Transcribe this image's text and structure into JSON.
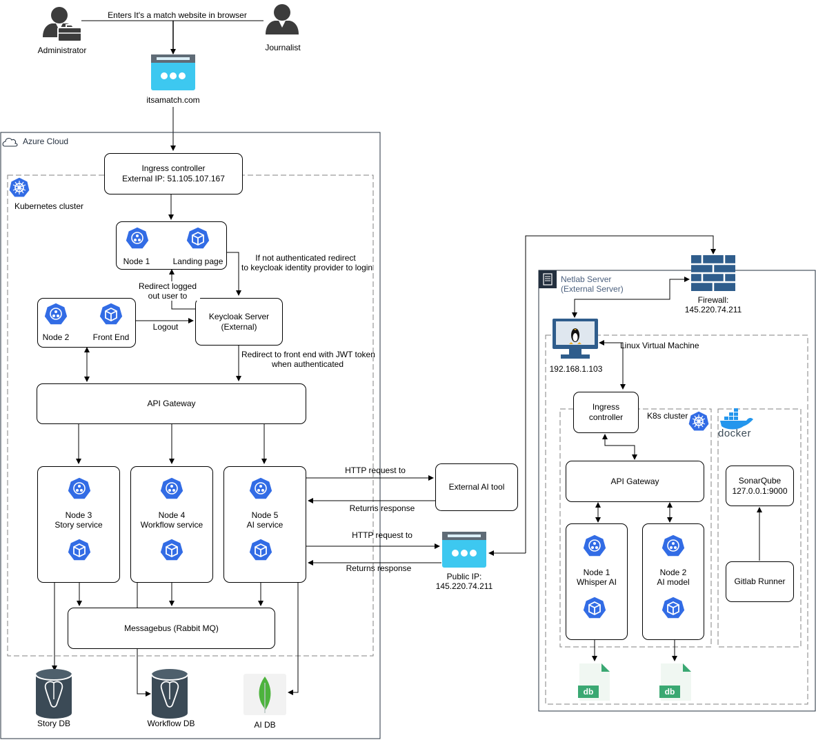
{
  "users": {
    "administrator": "Administrator",
    "journalist": "Journalist",
    "flow_label": "Enters It's a match website in browser"
  },
  "website": {
    "url": "itsamatch.com"
  },
  "azure": {
    "title": "Azure Cloud",
    "ingress_line1": "Ingress controller",
    "ingress_line2": "External IP: 51.105.107.167",
    "cluster_label": "Kubernetes cluster",
    "node1": "Node 1",
    "landing": "Landing page",
    "node2": "Node 2",
    "frontend": "Front End",
    "keycloak_line1": "Keycloak Server",
    "keycloak_line2": "(External)",
    "redirect_login_1": "If not authenticated redirect",
    "redirect_login_2": "to keycloak identity provider to login",
    "redirect_logged_1": "Redirect logged",
    "redirect_logged_2": "out user to",
    "logout": "Logout",
    "redirect_jwt_1": "Redirect to front end with JWT token",
    "redirect_jwt_2": "when authenticated",
    "api_gateway": "API Gateway",
    "node3_1": "Node 3",
    "node3_2": "Story service",
    "node4_1": "Node 4",
    "node4_2": "Workflow service",
    "node5_1": "Node 5",
    "node5_2": "AI service",
    "messagebus": "Messagebus (Rabbit MQ)",
    "story_db": "Story DB",
    "workflow_db": "Workflow DB",
    "ai_db": "AI DB"
  },
  "external": {
    "http_req_1": "HTTP request to",
    "returns_1": "Returns response",
    "ai_tool": "External AI tool",
    "http_req_2": "HTTP request to",
    "returns_2": "Returns response",
    "public_ip_1": "Public IP:",
    "public_ip_2": "145.220.74.211"
  },
  "netlab": {
    "title_1": "Netlab Server",
    "title_2": "(External Server)",
    "firewall_1": "Firewall:",
    "firewall_2": "145.220.74.211",
    "vm_label": "Linux Virtual Machine",
    "vm_ip": "192.168.1.103",
    "ingress_1": "Ingress",
    "ingress_2": "controller",
    "k8s_label": "K8s cluster",
    "docker": "docker",
    "api_gateway": "API Gateway",
    "sonar_1": "SonarQube",
    "sonar_2": "127.0.0.1:9000",
    "gitlab": "Gitlab Runner",
    "node1_1": "Node 1",
    "node1_2": "Whisper AI",
    "node2_1": "Node 2",
    "node2_2": "AI model",
    "db": "db"
  },
  "colors": {
    "k8s_blue": "#326ce5",
    "web_blue": "#3dc8f0",
    "web_bar": "#dbeff7",
    "aws_dark": "#232f3e",
    "postgres": "#3b4a56",
    "mongo_green": "#4db33d",
    "db_green": "#3aa872",
    "docker_blue": "#2496ed",
    "firewall_blue": "#2f5d8c"
  }
}
